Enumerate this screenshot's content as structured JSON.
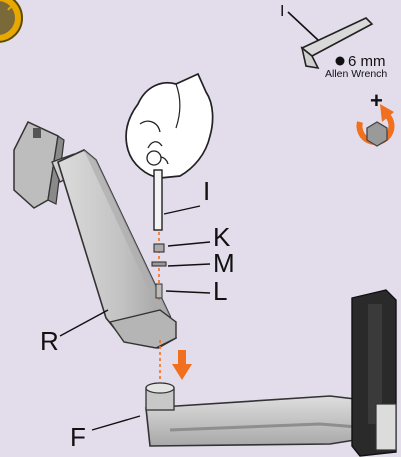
{
  "callouts": {
    "I_tool": "I",
    "I_main": "I",
    "K": "K",
    "M": "M",
    "L": "L",
    "R": "R",
    "F": "F"
  },
  "tool_spec": {
    "size": "6 mm",
    "name": "Allen Wrench"
  },
  "rotation": {
    "symbol": "+",
    "direction": "clockwise",
    "icon": "rotate-tighten-icon"
  },
  "colors": {
    "background": "#e3ddeb",
    "arm": "#c9c9c9",
    "arm_shade": "#9a9a9a",
    "accent": "#f07020",
    "badge": "#e9a800"
  }
}
